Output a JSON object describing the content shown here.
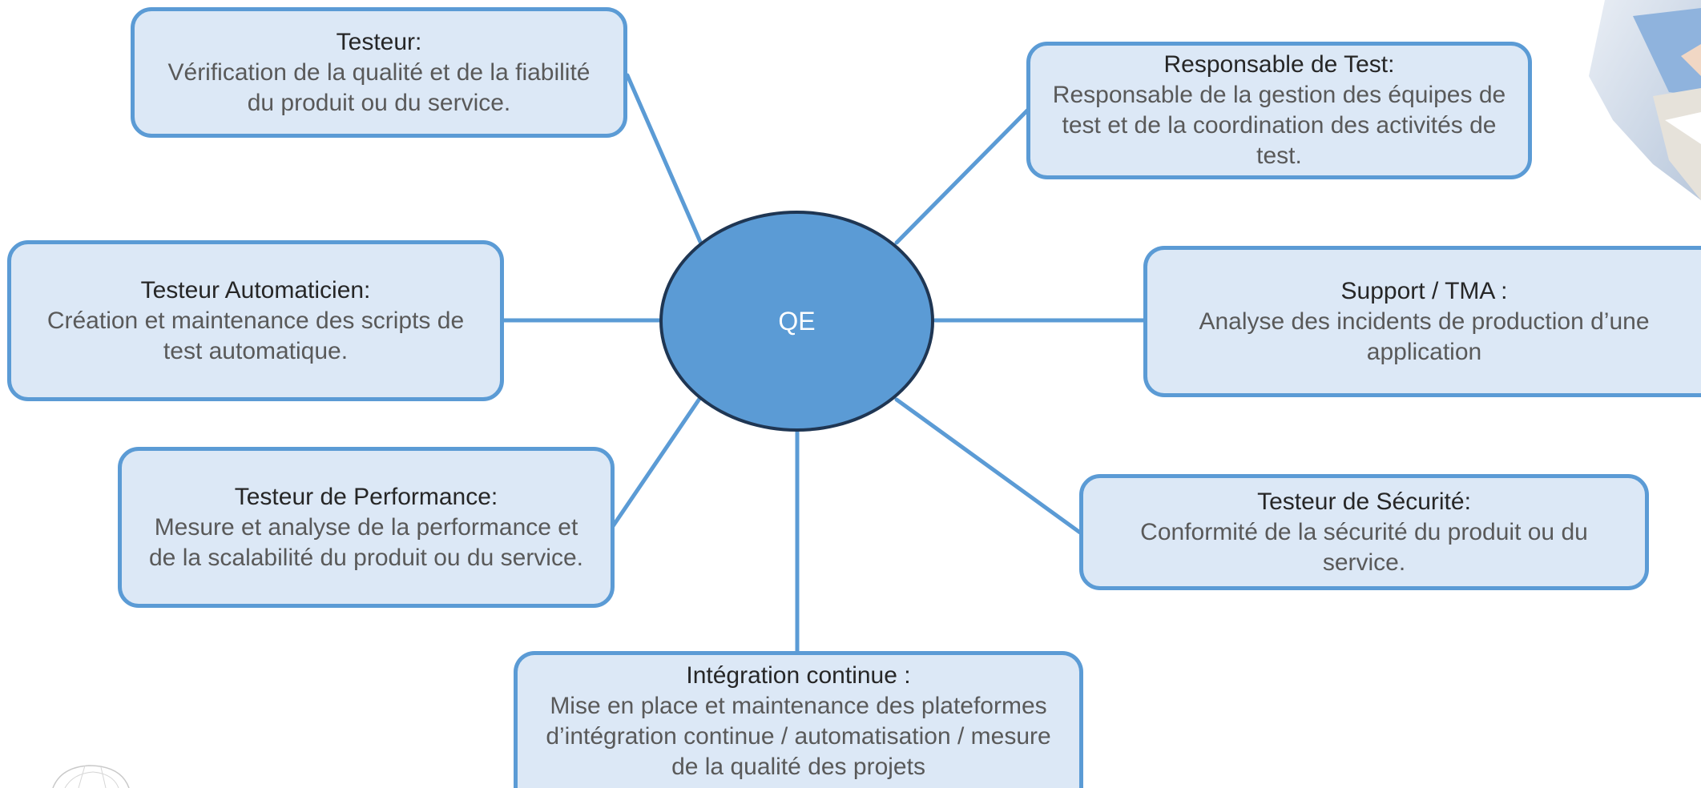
{
  "hub": {
    "label": "QE"
  },
  "nodes": {
    "testeur": {
      "title": "Testeur:",
      "description": "Vérification de la qualité et de la fiabilité du produit ou du service."
    },
    "responsable_test": {
      "title": "Responsable de Test:",
      "description": "Responsable de la gestion des équipes de test et de la coordination des activités de test."
    },
    "testeur_automaticien": {
      "title": "Testeur Automaticien:",
      "description": "Création et maintenance des scripts de test automatique."
    },
    "support_tma": {
      "title": "Support / TMA :",
      "description": "Analyse des incidents de production d’une application"
    },
    "testeur_performance": {
      "title": "Testeur de Performance:",
      "description": "Mesure et analyse de la performance et de la scalabilité du produit ou du service."
    },
    "testeur_securite": {
      "title": "Testeur de Sécurité:",
      "description": "Conformité de la sécurité du produit ou du service."
    },
    "integration_continue": {
      "title": "Intégration continue :",
      "description": "Mise en place et maintenance des plateformes d’intégration continue / automatisation / mesure de la qualité des projets"
    }
  },
  "colors": {
    "hub_fill": "#5b9bd5",
    "hub_border": "#1f3653",
    "node_fill": "#dce8f6",
    "node_border": "#5b9bd5",
    "connector": "#5b9bd5"
  }
}
